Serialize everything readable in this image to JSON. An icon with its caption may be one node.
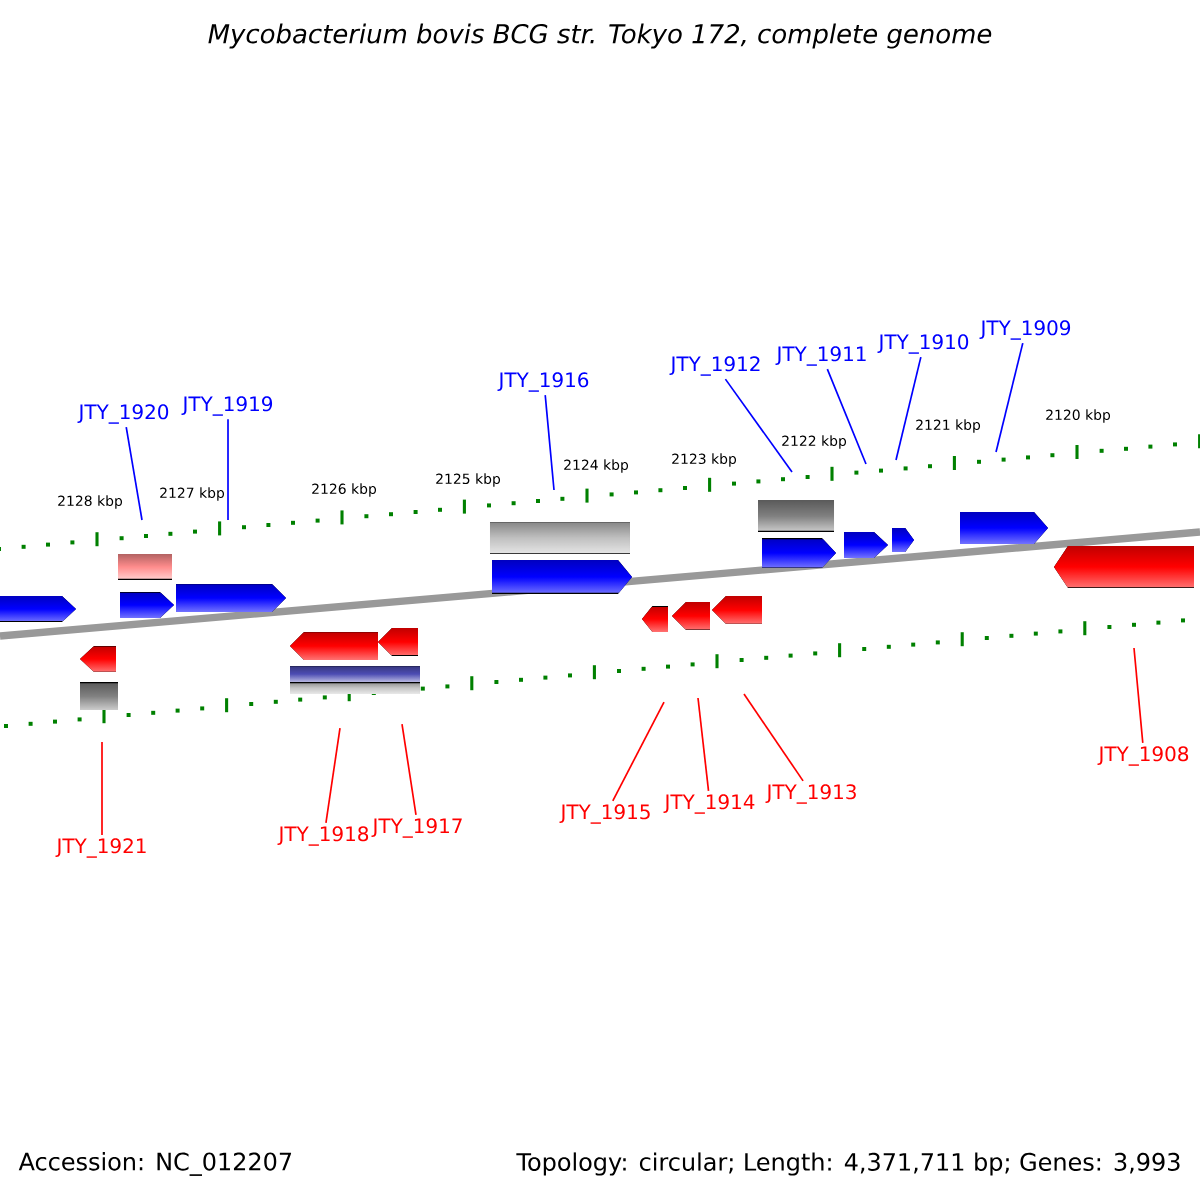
{
  "diagram": {
    "title": "Mycobacterium bovis BCG str. Tokyo 172, complete genome",
    "nodes": [
      {
        "text": [
          "JTY_1920"
        ]
      },
      {
        "text": [
          "JTY_1919"
        ]
      },
      {
        "text": [
          "JTY_1916"
        ]
      },
      {
        "text": [
          "JTY_1912"
        ]
      },
      {
        "text": [
          "JTY_1911"
        ]
      },
      {
        "text": [
          "JTY_1910"
        ]
      },
      {
        "text": [
          "JTY_1909"
        ]
      },
      {
        "text": [
          "JTY_1908"
        ]
      },
      {
        "text": [
          "JTY_1913"
        ]
      },
      {
        "text": [
          "JTY_1914"
        ]
      },
      {
        "text": [
          "JTY_1915"
        ]
      },
      {
        "text": [
          "JTY_1917"
        ]
      },
      {
        "text": [
          "JTY_1918"
        ]
      },
      {
        "text": [
          "JTY_1921"
        ]
      }
    ],
    "edges": [
      {
        "from": 0,
        "to": null,
        "arrow": "none"
      },
      {
        "from": 1,
        "to": null,
        "arrow": "none"
      },
      {
        "from": 2,
        "to": null,
        "arrow": "none"
      },
      {
        "from": 3,
        "to": null,
        "arrow": "none"
      },
      {
        "from": 4,
        "to": null,
        "arrow": "none"
      },
      {
        "from": 5,
        "to": null,
        "arrow": "none"
      },
      {
        "from": 6,
        "to": null,
        "arrow": "none"
      },
      {
        "from": 7,
        "to": null,
        "arrow": "none",
        "color": "#ff0000"
      },
      {
        "from": 8,
        "to": null,
        "arrow": "none",
        "color": "#ff0000"
      },
      {
        "from": 9,
        "to": null,
        "arrow": "none",
        "color": "#ff0000"
      },
      {
        "from": 10,
        "to": null,
        "arrow": "none",
        "color": "#ff0000"
      },
      {
        "from": 11,
        "to": null,
        "arrow": "none",
        "color": "#ff0000"
      },
      {
        "from": 12,
        "to": null,
        "arrow": "none",
        "color": "#ff0000"
      },
      {
        "from": 13,
        "to": null,
        "arrow": "none",
        "color": "#ff0000"
      }
    ],
    "labels": [
      "2128 kbp",
      "2127 kbp",
      "2126 kbp",
      "2125 kbp",
      "2124 kbp",
      "2123 kbp",
      "2122 kbp",
      "2121 kbp",
      "2120 kbp",
      "Accession: NC_012207",
      "Topology: circular; Length: 4,371,711 bp; Genes: 3,993"
    ]
  }
}
